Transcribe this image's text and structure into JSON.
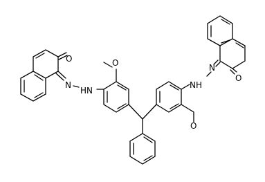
{
  "diagram": {
    "type": "chemical-structure",
    "atoms": {
      "left_ketone_oxygen": "O",
      "left_methoxy_oxygen": "O",
      "left_hydrazone_nh": "HN",
      "left_hydrazone_n": "N",
      "right_hydrazone_nh": "NH",
      "right_hydrazone_n": "N",
      "right_methoxy_oxygen": "O",
      "right_ketone_oxygen": "O"
    },
    "colors": {
      "bond": "#000000",
      "label": "#000000",
      "background": "#ffffff"
    }
  }
}
